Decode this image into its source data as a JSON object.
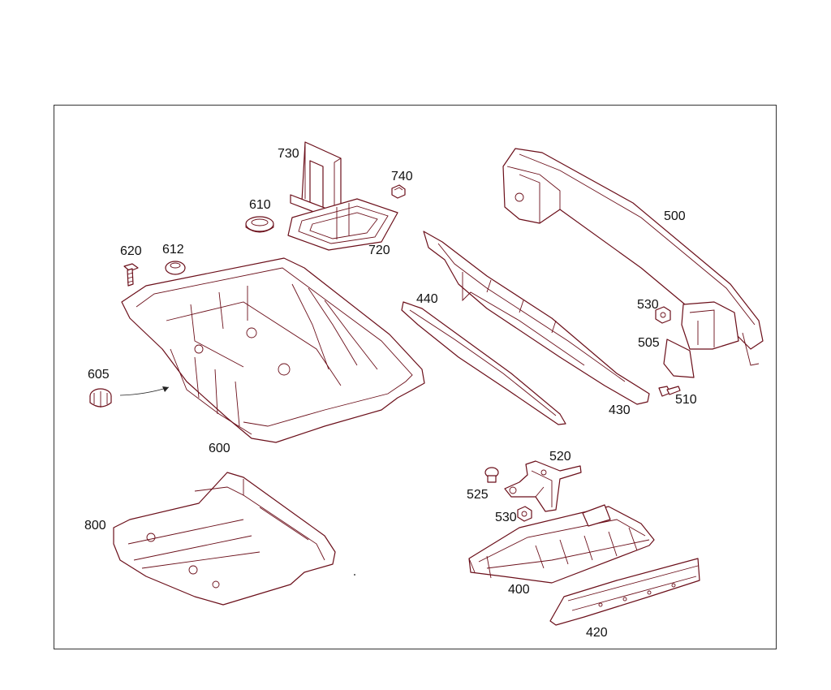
{
  "labels": {
    "p730": "730",
    "p740": "740",
    "p610": "610",
    "p720": "720",
    "p500": "500",
    "p620": "620",
    "p612": "612",
    "p440": "440",
    "p530a": "530",
    "p505": "505",
    "p605": "605",
    "p510": "510",
    "p430": "430",
    "p600": "600",
    "p520": "520",
    "p525": "525",
    "p530b": "530",
    "p800": "800",
    "p400": "400",
    "p420": "420"
  },
  "colors": {
    "line": "#6b0f1a",
    "frame": "#333333"
  }
}
